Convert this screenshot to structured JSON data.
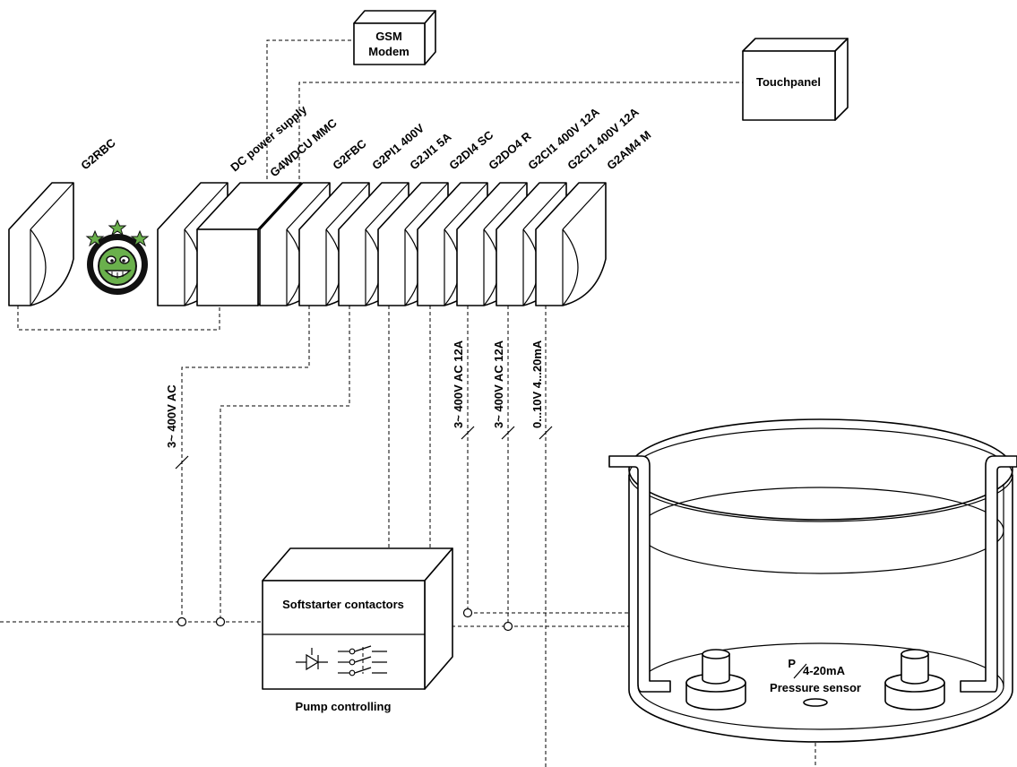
{
  "boxes": {
    "gsm": "GSM\nModem",
    "touchpanel": "Touchpanel",
    "softstarter": "Softstarter contactors",
    "pump_controlling": "Pump controlling"
  },
  "modules": [
    {
      "label": "G2RBC"
    },
    {
      "label": "DC power supply"
    },
    {
      "label": "G4WDCU MMC"
    },
    {
      "label": "G2FBC"
    },
    {
      "label": "G2PI1 400V"
    },
    {
      "label": "G2JI1 5A"
    },
    {
      "label": "G2DI4 SC"
    },
    {
      "label": "G2DO4 R"
    },
    {
      "label": "G2CI1 400V 12A"
    },
    {
      "label": "G2CI1 400V 12A"
    },
    {
      "label": "G2AM4 M"
    }
  ],
  "wires": {
    "supply": "3~ 400V AC",
    "ci1": "3~ 400V AC 12A",
    "ci2": "3~ 400V AC 12A",
    "am4": "0...10V 4...20mA"
  },
  "sensor": {
    "p": "P",
    "range": "4-20mA",
    "name": "Pressure sensor"
  },
  "logo": {
    "description": "green cartoon character badge"
  }
}
